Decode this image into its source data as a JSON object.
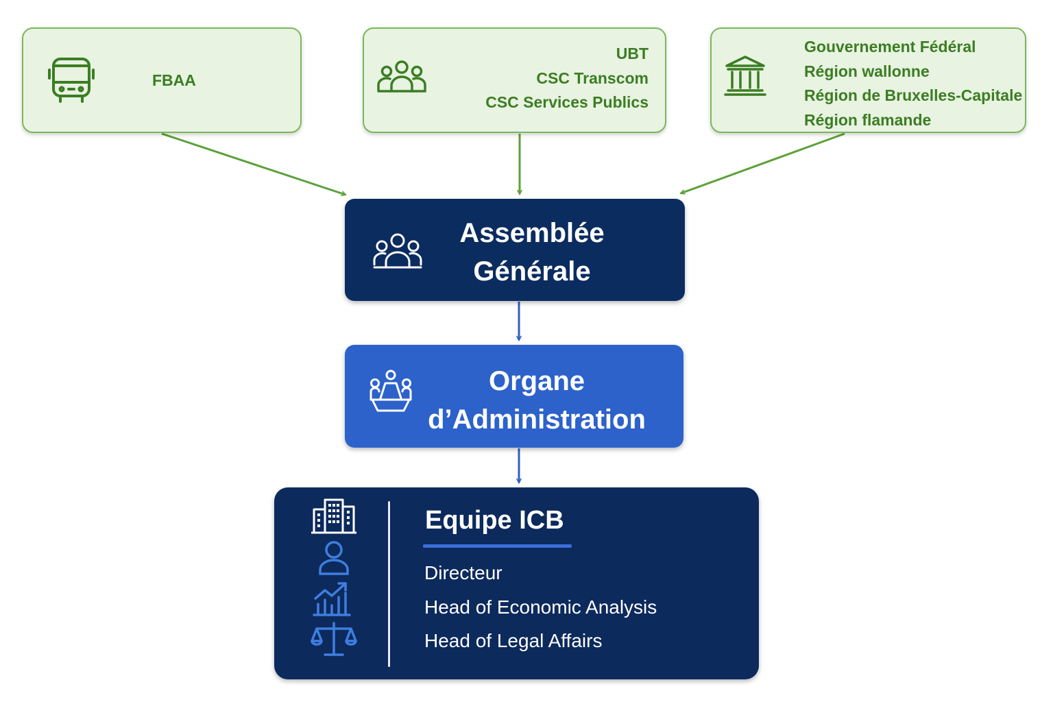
{
  "sources": {
    "fbaa": {
      "label": "FBAA",
      "icon": "bus-icon"
    },
    "unions": {
      "items": [
        "UBT",
        "CSC Transcom",
        "CSC Services Publics"
      ],
      "icon": "people-group-icon"
    },
    "government": {
      "items": [
        "Gouvernement Fédéral",
        "Région wallonne",
        "Région de Bruxelles-Capitale",
        "Région flamande"
      ],
      "icon": "government-building-icon"
    }
  },
  "assemblee": {
    "title_line1": "Assemblée",
    "title_line2": "Générale",
    "icon": "people-group-icon"
  },
  "organe": {
    "title_line1": "Organe",
    "title_line2": "d’Administration",
    "icon": "meeting-table-icon"
  },
  "team": {
    "title": "Equipe ICB",
    "members": [
      "Directeur",
      "Head of Economic Analysis",
      "Head of Legal Affairs"
    ],
    "icons": [
      "office-building-icon",
      "person-icon",
      "growth-chart-icon",
      "justice-scale-icon"
    ]
  },
  "colors": {
    "green_fill": "#e8f3e1",
    "green_border": "#7ab85a",
    "green_text": "#3b7d23",
    "navy": "#0b2c5f",
    "blue": "#2d62cb",
    "arrow_blue": "#2f5fc4",
    "arrow_green": "#5da13a"
  }
}
